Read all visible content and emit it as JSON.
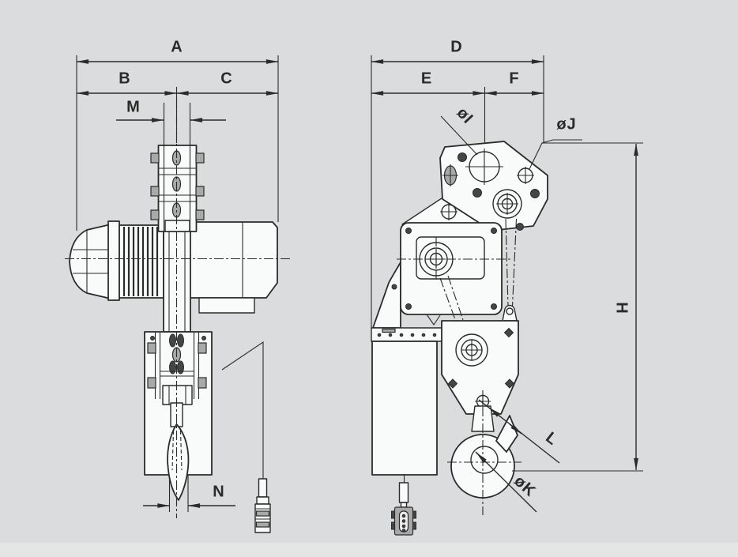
{
  "colors": {
    "background": "#dbdcdd",
    "line_color": "#2b2b2b",
    "part_fill": "#f9fafa",
    "footer_strip": "#e4e5e5"
  },
  "side_view": {
    "labels": {
      "A": "A",
      "B": "B",
      "C": "C",
      "M": "M",
      "N": "N"
    }
  },
  "front_view": {
    "labels": {
      "D": "D",
      "E": "E",
      "F": "F",
      "I": "øI",
      "J": "øJ",
      "H": "H",
      "L": "L",
      "K": "øK"
    }
  }
}
